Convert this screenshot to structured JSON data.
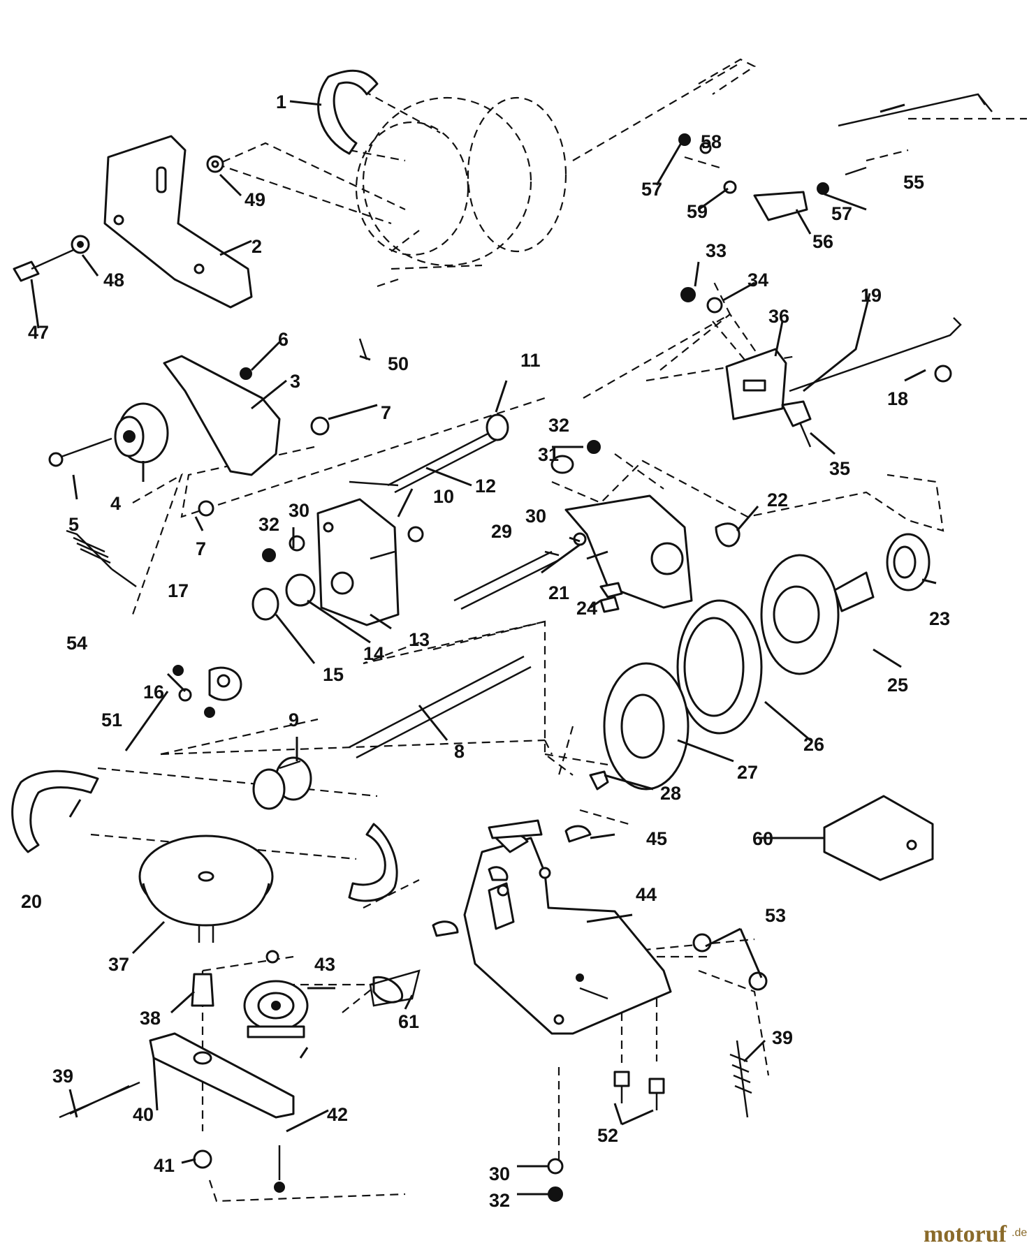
{
  "callouts": [
    "1",
    "2",
    "3",
    "4",
    "5",
    "6",
    "7",
    "8",
    "9",
    "10",
    "11",
    "12",
    "13",
    "14",
    "15",
    "16",
    "17",
    "18",
    "19",
    "20",
    "21",
    "22",
    "23",
    "24",
    "25",
    "26",
    "27",
    "28",
    "29",
    "30",
    "31",
    "32",
    "33",
    "34",
    "35",
    "36",
    "37",
    "38",
    "39",
    "40",
    "41",
    "42",
    "43",
    "44",
    "45",
    "47",
    "48",
    "49",
    "50",
    "51",
    "52",
    "53",
    "54",
    "55",
    "56",
    "57",
    "58",
    "59",
    "60",
    "61"
  ],
  "watermark": {
    "text": "motoruf",
    "suffix": ".de",
    "color": "#8a6a2a"
  }
}
